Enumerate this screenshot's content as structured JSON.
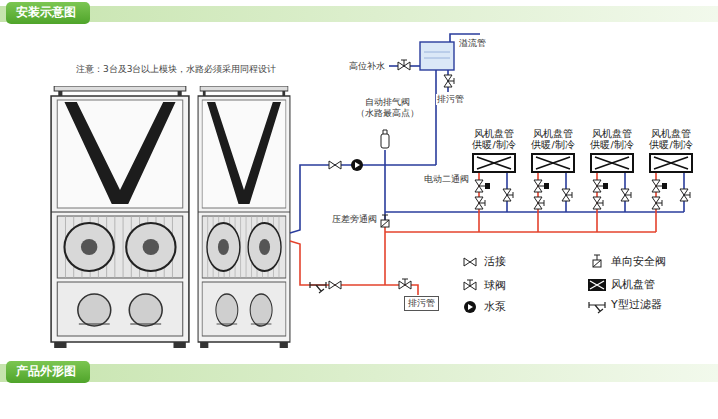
{
  "diagram": {
    "title": "安装示意图",
    "nodes": [
      {
        "text": [
          "风机盘管 供暖/制冷"
        ]
      },
      {
        "text": [
          "风机盘管 供暖/制冷"
        ]
      },
      {
        "text": [
          "风机盘管 供暖/制冷"
        ]
      },
      {
        "text": [
          "风机盘管 供暖/制冷"
        ]
      }
    ],
    "labels": [
      "注意：3台及3台以上模块，水路必须采用同程设计",
      "高位补水",
      "溢流管",
      "排污管",
      "自动排气阀 （水路最高点）",
      "电动二通阀",
      "压差旁通阀",
      "排污管",
      "产品外形图"
    ],
    "legend": [
      {
        "text": "活接"
      },
      {
        "text": "球阀"
      },
      {
        "text": "水泵"
      },
      {
        "text": "单向安全阀"
      },
      {
        "text": "风机盘管"
      },
      {
        "text": "Y型过滤器"
      }
    ]
  }
}
